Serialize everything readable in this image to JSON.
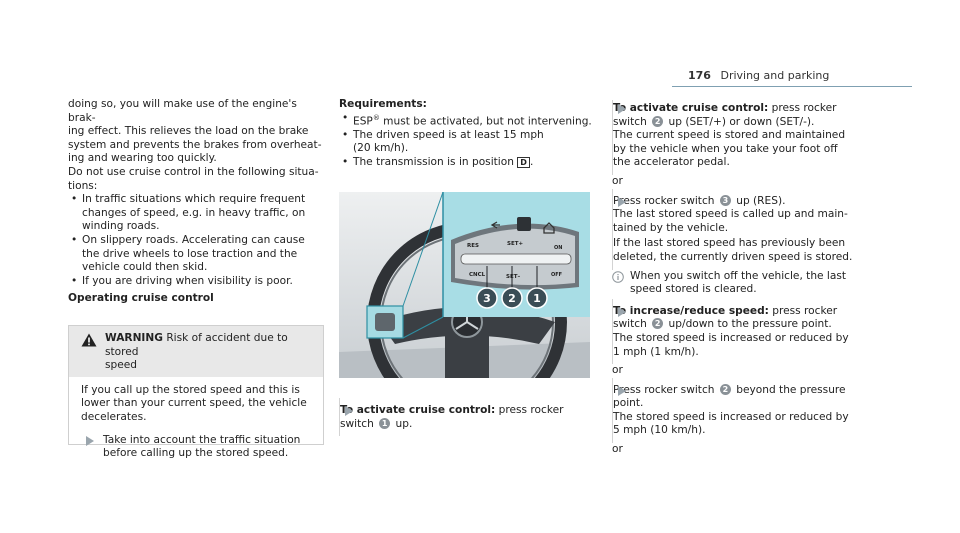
{
  "header": {
    "page_number": "176",
    "section": "Driving and parking"
  },
  "left": {
    "intro_lines": [
      "doing so, you will make use of the engine's brak-",
      "ing effect. This relieves the load on the brake",
      "system and prevents the brakes from overheat-",
      "ing and wearing too quickly."
    ],
    "donot_lines": [
      "Do not use cruise control in the following situa-",
      "tions:"
    ],
    "bullets": [
      [
        "In traffic situations which require frequent",
        "changes of speed, e.g. in heavy traffic, on",
        "winding roads."
      ],
      [
        "On slippery roads. Accelerating can cause",
        "the drive wheels to lose traction and the",
        "vehicle could then skid."
      ],
      [
        "If you are driving when visibility is poor."
      ]
    ],
    "subheading": "Operating cruise control",
    "warning": {
      "label": "WARNING",
      "title_rest_1": "Risk of accident due to stored",
      "title_rest_2": "speed",
      "body_lines": [
        "If you call up the stored speed and this is",
        "lower than your current speed, the vehicle",
        "decelerates."
      ],
      "step_lines": [
        "Take into account the traffic situation",
        "before calling up the stored speed."
      ]
    }
  },
  "middle": {
    "req_heading": "Requirements:",
    "req_esp": "ESP",
    "req_esp_sup": "®",
    "req_esp_rest": " must be activated, but not intervening.",
    "req_speed_lines": [
      "The driven speed is at least 15 mph",
      "(20 km/h)."
    ],
    "req_trans_prefix": "The transmission is in position ",
    "req_trans_gear": "D",
    "req_trans_suffix": ".",
    "figure": {
      "btn_res": "RES",
      "btn_set_plus": "SET+",
      "btn_set_minus": "SET–",
      "btn_cncl": "CNCL",
      "btn_on": "ON",
      "btn_off": "OFF",
      "callout_3": "3",
      "callout_2": "2",
      "callout_1": "1"
    },
    "activate": {
      "bold": "To activate cruise control:",
      "rest": " press rocker",
      "line2_prefix": "switch ",
      "num": "1",
      "line2_suffix": " up."
    }
  },
  "right": {
    "activate": {
      "bold": "To activate cruise control:",
      "rest": " press rocker",
      "switch_prefix": "switch ",
      "num": "2",
      "switch_rest": " up (SET/+) or down (SET/-).",
      "lines": [
        "The current speed is stored and maintained",
        "by the vehicle when you take your foot off",
        "the accelerator pedal."
      ]
    },
    "or": "or",
    "res": {
      "prefix": "Press rocker switch ",
      "num": "3",
      "suffix": " up (RES).",
      "lines": [
        "The last stored speed is called up and main-",
        "tained by the vehicle."
      ],
      "lines2": [
        "If the last stored speed has previously been",
        "deleted, the currently driven speed is stored."
      ]
    },
    "note_lines": [
      "When you switch off the vehicle, the last",
      "speed stored is cleared."
    ],
    "increase": {
      "bold": "To increase/reduce speed:",
      "rest": " press rocker",
      "line2_prefix": "switch ",
      "num": "2",
      "line2_suffix": " up/down to the pressure point.",
      "lines": [
        "The stored speed is increased or reduced by",
        "1 mph (1 km/h)."
      ]
    },
    "beyond": {
      "prefix": "Press rocker switch ",
      "num": "2",
      "suffix": " beyond the pressure",
      "lines": [
        "point.",
        "The stored speed is increased or reduced by",
        "5 mph (10 km/h)."
      ]
    }
  }
}
